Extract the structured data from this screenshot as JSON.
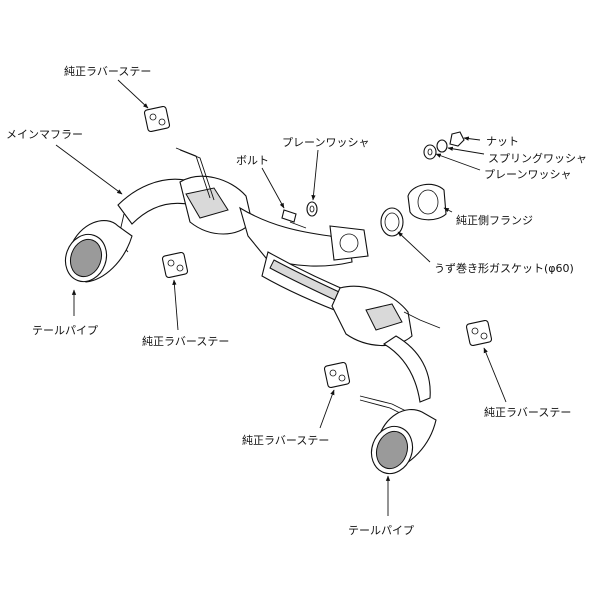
{
  "labels": {
    "rubber_stay_top": "純正ラバーステー",
    "main_muffler": "メインマフラー",
    "plain_washer_center": "プレーンワッシャ",
    "bolt": "ボルト",
    "nut": "ナット",
    "spring_washer": "スプリングワッシャ",
    "plain_washer_right": "プレーンワッシャ",
    "oem_flange": "純正側フランジ",
    "spiral_gasket": "うず巻き形ガスケット(φ60)",
    "tail_pipe_left": "テールパイプ",
    "rubber_stay_left": "純正ラバーステー",
    "rubber_stay_right": "純正ラバーステー",
    "rubber_stay_bottom": "純正ラバーステー",
    "tail_pipe_right": "テールパイプ"
  },
  "colors": {
    "line": "#111111",
    "shade": "#d9d9d9",
    "background": "#ffffff"
  }
}
